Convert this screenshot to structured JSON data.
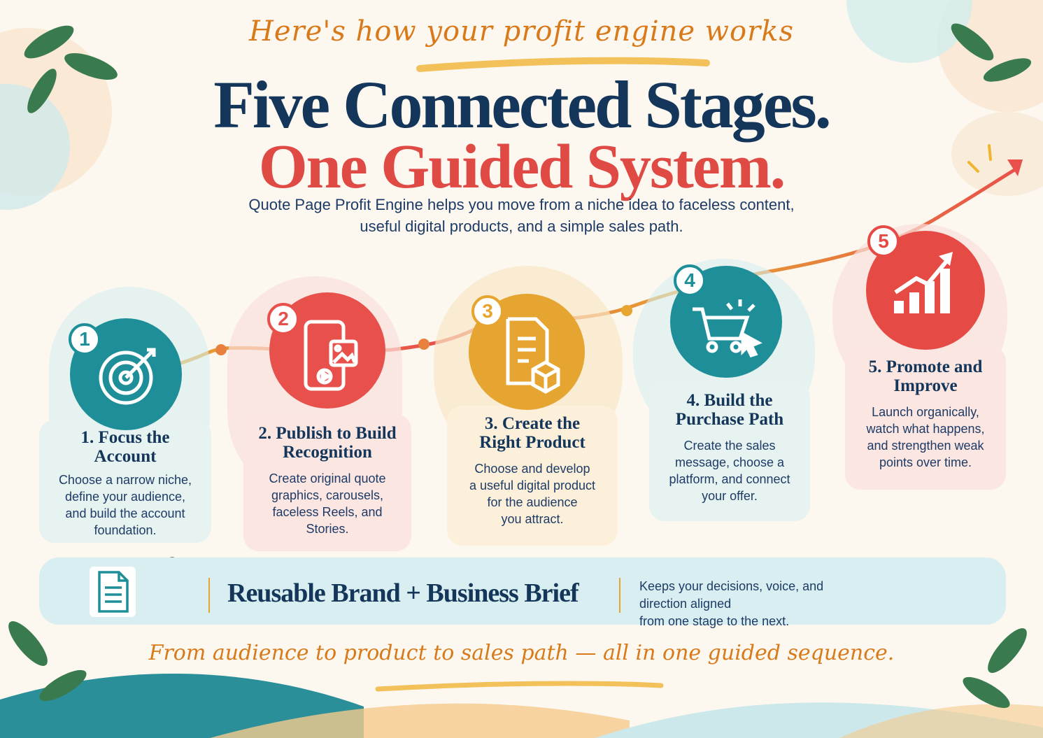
{
  "header": {
    "eyebrow": "Here's how your profit engine works",
    "title_line1": "Five Connected Stages.",
    "title_line2": "One Guided System.",
    "intro_line1": "Quote Page Profit Engine helps you move from a niche idea to faceless content,",
    "intro_line2": "useful digital products, and a simple sales path."
  },
  "stages": [
    {
      "number": "1",
      "title_1": "1. Focus the",
      "title_2": "Account",
      "desc": [
        "Choose a narrow niche,",
        "define your audience,",
        "and build the account",
        "foundation."
      ],
      "color": "#1e8f99",
      "icon": "target-icon"
    },
    {
      "number": "2",
      "title_1": "2. Publish to Build",
      "title_2": "Recognition",
      "desc": [
        "Create original quote",
        "graphics, carousels,",
        "faceless Reels, and",
        "Stories."
      ],
      "color": "#e8504b",
      "icon": "phone-media-icon"
    },
    {
      "number": "3",
      "title_1": "3. Create the",
      "title_2": "Right Product",
      "desc": [
        "Choose and develop",
        "a useful digital product",
        "for the audience",
        "you attract."
      ],
      "color": "#e5a530",
      "icon": "document-box-icon"
    },
    {
      "number": "4",
      "title_1": "4. Build the",
      "title_2": "Purchase Path",
      "desc": [
        "Create the sales",
        "message, choose a",
        "platform, and connect",
        "your offer."
      ],
      "color": "#1e8f99",
      "icon": "cart-cursor-icon"
    },
    {
      "number": "5",
      "title_1": "5. Promote and",
      "title_2": "Improve",
      "desc": [
        "Launch organically,",
        "watch what happens,",
        "and strengthen weak",
        "points over time."
      ],
      "color": "#e64a45",
      "icon": "growth-chart-icon"
    }
  ],
  "brief": {
    "title": "Reusable Brand + Business Brief",
    "desc_line1": "Keeps your decisions, voice, and direction aligned",
    "desc_line2": "from one stage to the next.",
    "icon": "document-icon"
  },
  "footer": "From audience to product to sales path — all in one guided sequence.",
  "colors": {
    "navy": "#14365a",
    "red": "#e04a45",
    "teal": "#1e8f99",
    "gold": "#e5a530",
    "orange": "#d97a1a"
  }
}
